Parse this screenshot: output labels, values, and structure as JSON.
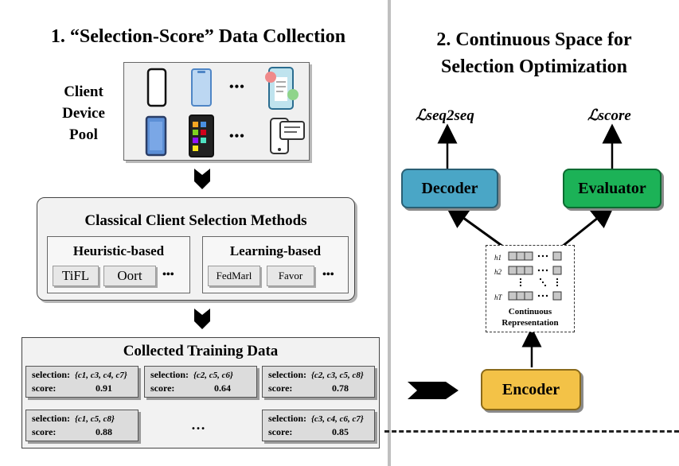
{
  "section1": {
    "title": "1. “Selection-Score” Data Collection",
    "pool_label": [
      "Client",
      "Device",
      "Pool"
    ],
    "dots": "•••",
    "methods_title": "Classical Client Selection Methods",
    "heuristic": {
      "title": "Heuristic-based",
      "chips": [
        "TiFL",
        "Oort"
      ],
      "more": "•••"
    },
    "learning": {
      "title": "Learning-based",
      "chips": [
        "FedMarl",
        "Favor"
      ],
      "more": "•••"
    },
    "collected_title": "Collected Training Data",
    "selection_label": "selection:",
    "score_label": "score:",
    "records": [
      {
        "set": "{c1, c3, c4, c7}",
        "score": "0.91"
      },
      {
        "set": "{c2, c5, c6}",
        "score": "0.64"
      },
      {
        "set": "{c2, c3, c5, c8}",
        "score": "0.78"
      },
      {
        "set": "{c1, c5, c8}",
        "score": "0.88"
      },
      {
        "set": "{c3, c4, c6, c7}",
        "score": "0.85"
      }
    ],
    "ellipsis": "…"
  },
  "section2": {
    "title_line1": "2. Continuous Space for",
    "title_line2": "Selection Optimization",
    "loss_seq2seq": "ℒseq2seq",
    "loss_score": "ℒscore",
    "decoder": "Decoder",
    "evaluator": "Evaluator",
    "encoder": "Encoder",
    "hidden_labels": [
      "h1",
      "h2",
      "hT"
    ],
    "cont_rep_line1": "Continuous",
    "cont_rep_line2": "Representation"
  },
  "colors": {
    "decoder": "#4aa6c6",
    "evaluator": "#1cb257",
    "encoder": "#f3c247",
    "panel_bg": "#f2f2f2"
  }
}
